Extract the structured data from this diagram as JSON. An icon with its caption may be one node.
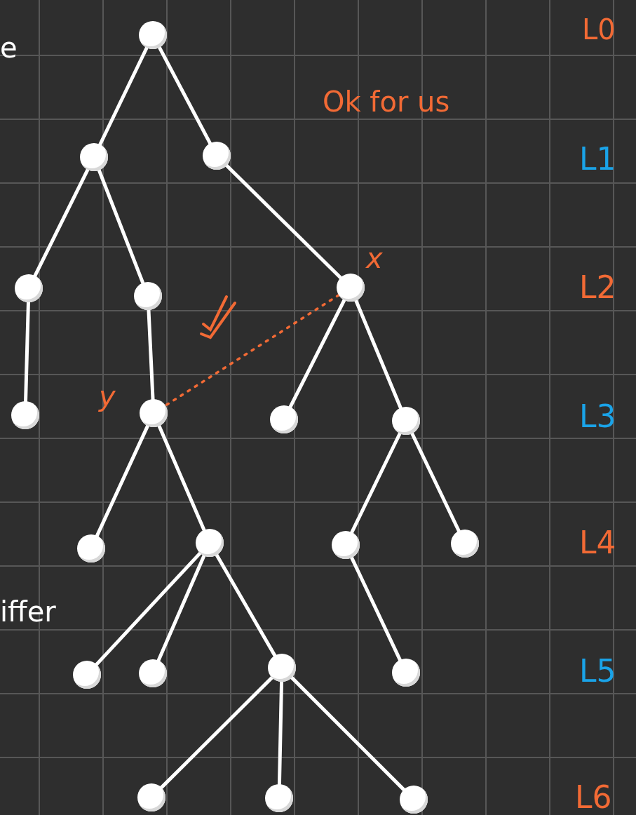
{
  "diagram": {
    "nodes": [
      {
        "text": [],
        "shape": "circle"
      },
      {
        "text": [],
        "shape": "circle"
      },
      {
        "text": [],
        "shape": "circle"
      },
      {
        "text": [],
        "shape": "circle"
      },
      {
        "text": [],
        "shape": "circle"
      },
      {
        "text": [],
        "shape": "circle",
        "beside": [
          "x"
        ]
      },
      {
        "text": [],
        "shape": "circle"
      },
      {
        "text": [],
        "shape": "circle",
        "beside": [
          "y"
        ]
      },
      {
        "text": [],
        "shape": "circle"
      },
      {
        "text": [],
        "shape": "circle"
      },
      {
        "text": [],
        "shape": "circle"
      },
      {
        "text": [],
        "shape": "circle"
      },
      {
        "text": [],
        "shape": "circle"
      },
      {
        "text": [],
        "shape": "circle"
      },
      {
        "text": [],
        "shape": "circle"
      },
      {
        "text": [],
        "shape": "circle"
      },
      {
        "text": [],
        "shape": "circle"
      },
      {
        "text": [],
        "shape": "circle"
      },
      {
        "text": [],
        "shape": "circle"
      },
      {
        "text": [],
        "shape": "circle"
      },
      {
        "text": [],
        "shape": "circle"
      }
    ],
    "edges": [
      {
        "from": 0,
        "to": 1,
        "arrow": "none"
      },
      {
        "from": 0,
        "to": 2,
        "arrow": "none"
      },
      {
        "from": 1,
        "to": 3,
        "arrow": "none"
      },
      {
        "from": 1,
        "to": 4,
        "arrow": "none"
      },
      {
        "from": 2,
        "to": 5,
        "arrow": "none"
      },
      {
        "from": 3,
        "to": 6,
        "arrow": "none"
      },
      {
        "from": 4,
        "to": 7,
        "arrow": "none"
      },
      {
        "from": 5,
        "to": 8,
        "arrow": "none"
      },
      {
        "from": 5,
        "to": 9,
        "arrow": "none"
      },
      {
        "from": 7,
        "to": 10,
        "arrow": "none"
      },
      {
        "from": 7,
        "to": 11,
        "arrow": "none"
      },
      {
        "from": 9,
        "to": 12,
        "arrow": "none"
      },
      {
        "from": 9,
        "to": 13,
        "arrow": "none"
      },
      {
        "from": 11,
        "to": 14,
        "arrow": "none"
      },
      {
        "from": 11,
        "to": 15,
        "arrow": "none"
      },
      {
        "from": 11,
        "to": 16,
        "arrow": "none"
      },
      {
        "from": 12,
        "to": 17,
        "arrow": "none"
      },
      {
        "from": 16,
        "to": 18,
        "arrow": "none"
      },
      {
        "from": 16,
        "to": 19,
        "arrow": "none"
      },
      {
        "from": 16,
        "to": 20,
        "arrow": "none"
      },
      {
        "from": 5,
        "to": 7,
        "arrow": "none",
        "style": "dashed",
        "color": "#f26a35"
      }
    ],
    "labels": [
      "e",
      "L0",
      "Ok for us",
      "L1",
      "L2",
      "L3",
      "L4",
      "iffer",
      "L5",
      "L6"
    ]
  }
}
